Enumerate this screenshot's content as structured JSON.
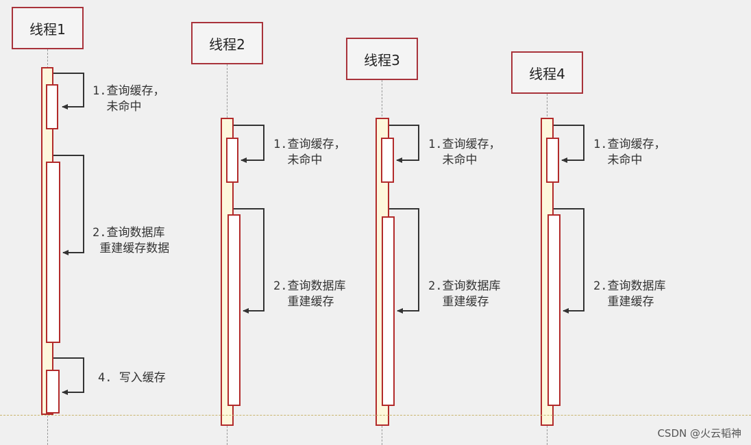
{
  "threads": [
    {
      "title": "线程1",
      "step1": "1.查询缓存，\n  未命中",
      "step2": "2.查询数据库\n 重建缓存数据",
      "step4": "4. 写入缓存"
    },
    {
      "title": "线程2",
      "step1": "1.查询缓存，\n  未命中",
      "step2": "2.查询数据库\n  重建缓存"
    },
    {
      "title": "线程3",
      "step1": "1.查询缓存，\n  未命中",
      "step2": "2.查询数据库\n  重建缓存"
    },
    {
      "title": "线程4",
      "step1": "1.查询缓存，\n  未命中",
      "step2": "2.查询数据库\n  重建缓存"
    }
  ],
  "colors": {
    "box_border": "#a8323a",
    "activation_border": "#b22a2a",
    "arrow": "#333333"
  },
  "watermark": "CSDN @火云韬神"
}
